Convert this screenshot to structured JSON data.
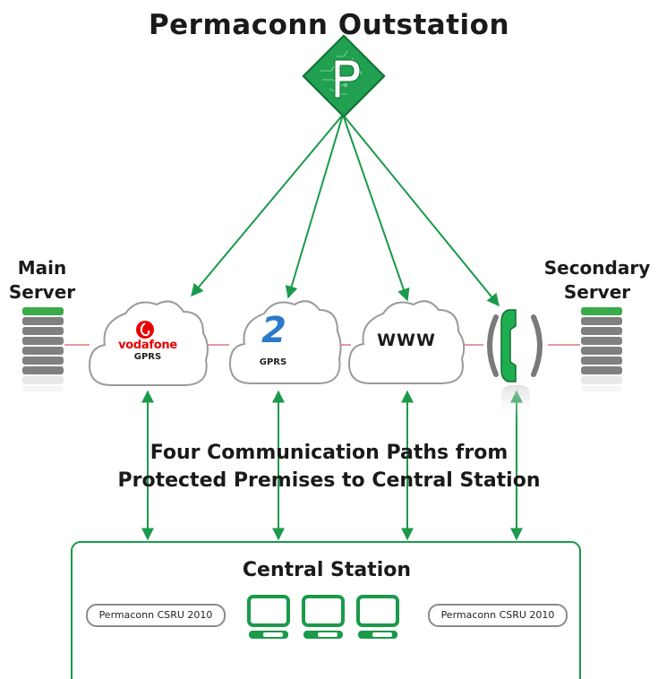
{
  "title": "Permaconn Outstation",
  "main_server": {
    "label_line1": "Main",
    "label_line2": "Server"
  },
  "secondary_server": {
    "label_line1": "Secondary",
    "label_line2": "Server"
  },
  "clouds": [
    {
      "id": "vodafone",
      "brand": "vodafone",
      "service": "GPRS"
    },
    {
      "id": "2degrees",
      "brand": "2",
      "service": "GPRS"
    },
    {
      "id": "www",
      "brand": "WWW"
    }
  ],
  "caption": {
    "line1": "Four Communication Paths from",
    "line2": "Protected Premises to Central Station"
  },
  "central_station": {
    "title": "Central Station",
    "left_receiver": "Permaconn CSRU 2010",
    "right_receiver": "Permaconn CSRU 2010"
  },
  "colors": {
    "arrow_green": "#1a9a4a",
    "server_green": "#3aaa4a",
    "vodafone_red": "#e60000",
    "twodegrees_blue": "#2a7ac8",
    "link_red": "#cc3333"
  },
  "icons": [
    "permaconn-logo-icon",
    "server-rack-icon",
    "cloud-icon",
    "telephone-handset-icon",
    "monitor-icon",
    "keyboard-icon"
  ]
}
